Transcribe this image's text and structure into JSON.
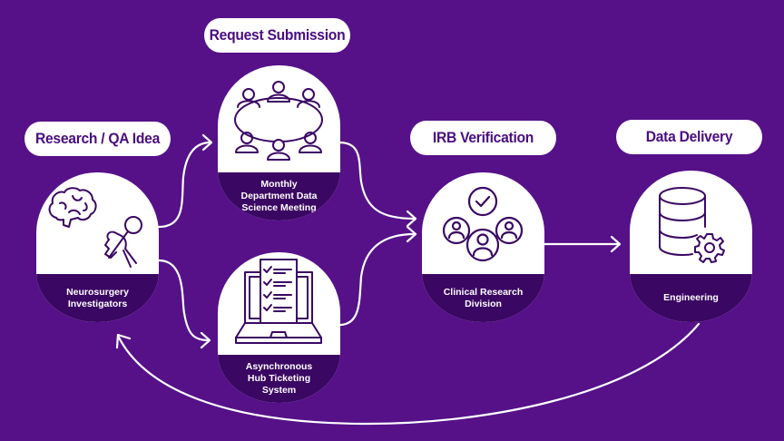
{
  "diagram": {
    "stages": [
      {
        "label": "Research / QA Idea",
        "nodes": [
          {
            "title": "Neurosurgery\nInvestigators",
            "icon": "brain-and-magnifier-icon"
          }
        ]
      },
      {
        "label": "Request Submission",
        "nodes": [
          {
            "title": "Monthly\nDepartment Data\nScience Meeting",
            "icon": "meeting-table-icon"
          },
          {
            "title": "Asynchronous\nHub Ticketing\nSystem",
            "icon": "laptop-checklist-icon"
          }
        ]
      },
      {
        "label": "IRB Verification",
        "nodes": [
          {
            "title": "Clinical Research\nDivision",
            "icon": "team-verified-icon"
          }
        ]
      },
      {
        "label": "Data Delivery",
        "nodes": [
          {
            "title": "Engineering",
            "icon": "database-gear-icon"
          }
        ]
      }
    ],
    "connections": [
      {
        "from": "Neurosurgery Investigators",
        "to": "Monthly Department Data Science Meeting"
      },
      {
        "from": "Neurosurgery Investigators",
        "to": "Asynchronous Hub Ticketing System"
      },
      {
        "from": "Monthly Department Data Science Meeting",
        "to": "Clinical Research Division"
      },
      {
        "from": "Asynchronous Hub Ticketing System",
        "to": "Clinical Research Division"
      },
      {
        "from": "Clinical Research Division",
        "to": "Engineering"
      },
      {
        "from": "Engineering",
        "to": "Neurosurgery Investigators"
      }
    ]
  },
  "colors": {
    "background": "#561189",
    "band": "#3a0763",
    "accent_text": "#4a0d80",
    "card": "#ffffff"
  }
}
